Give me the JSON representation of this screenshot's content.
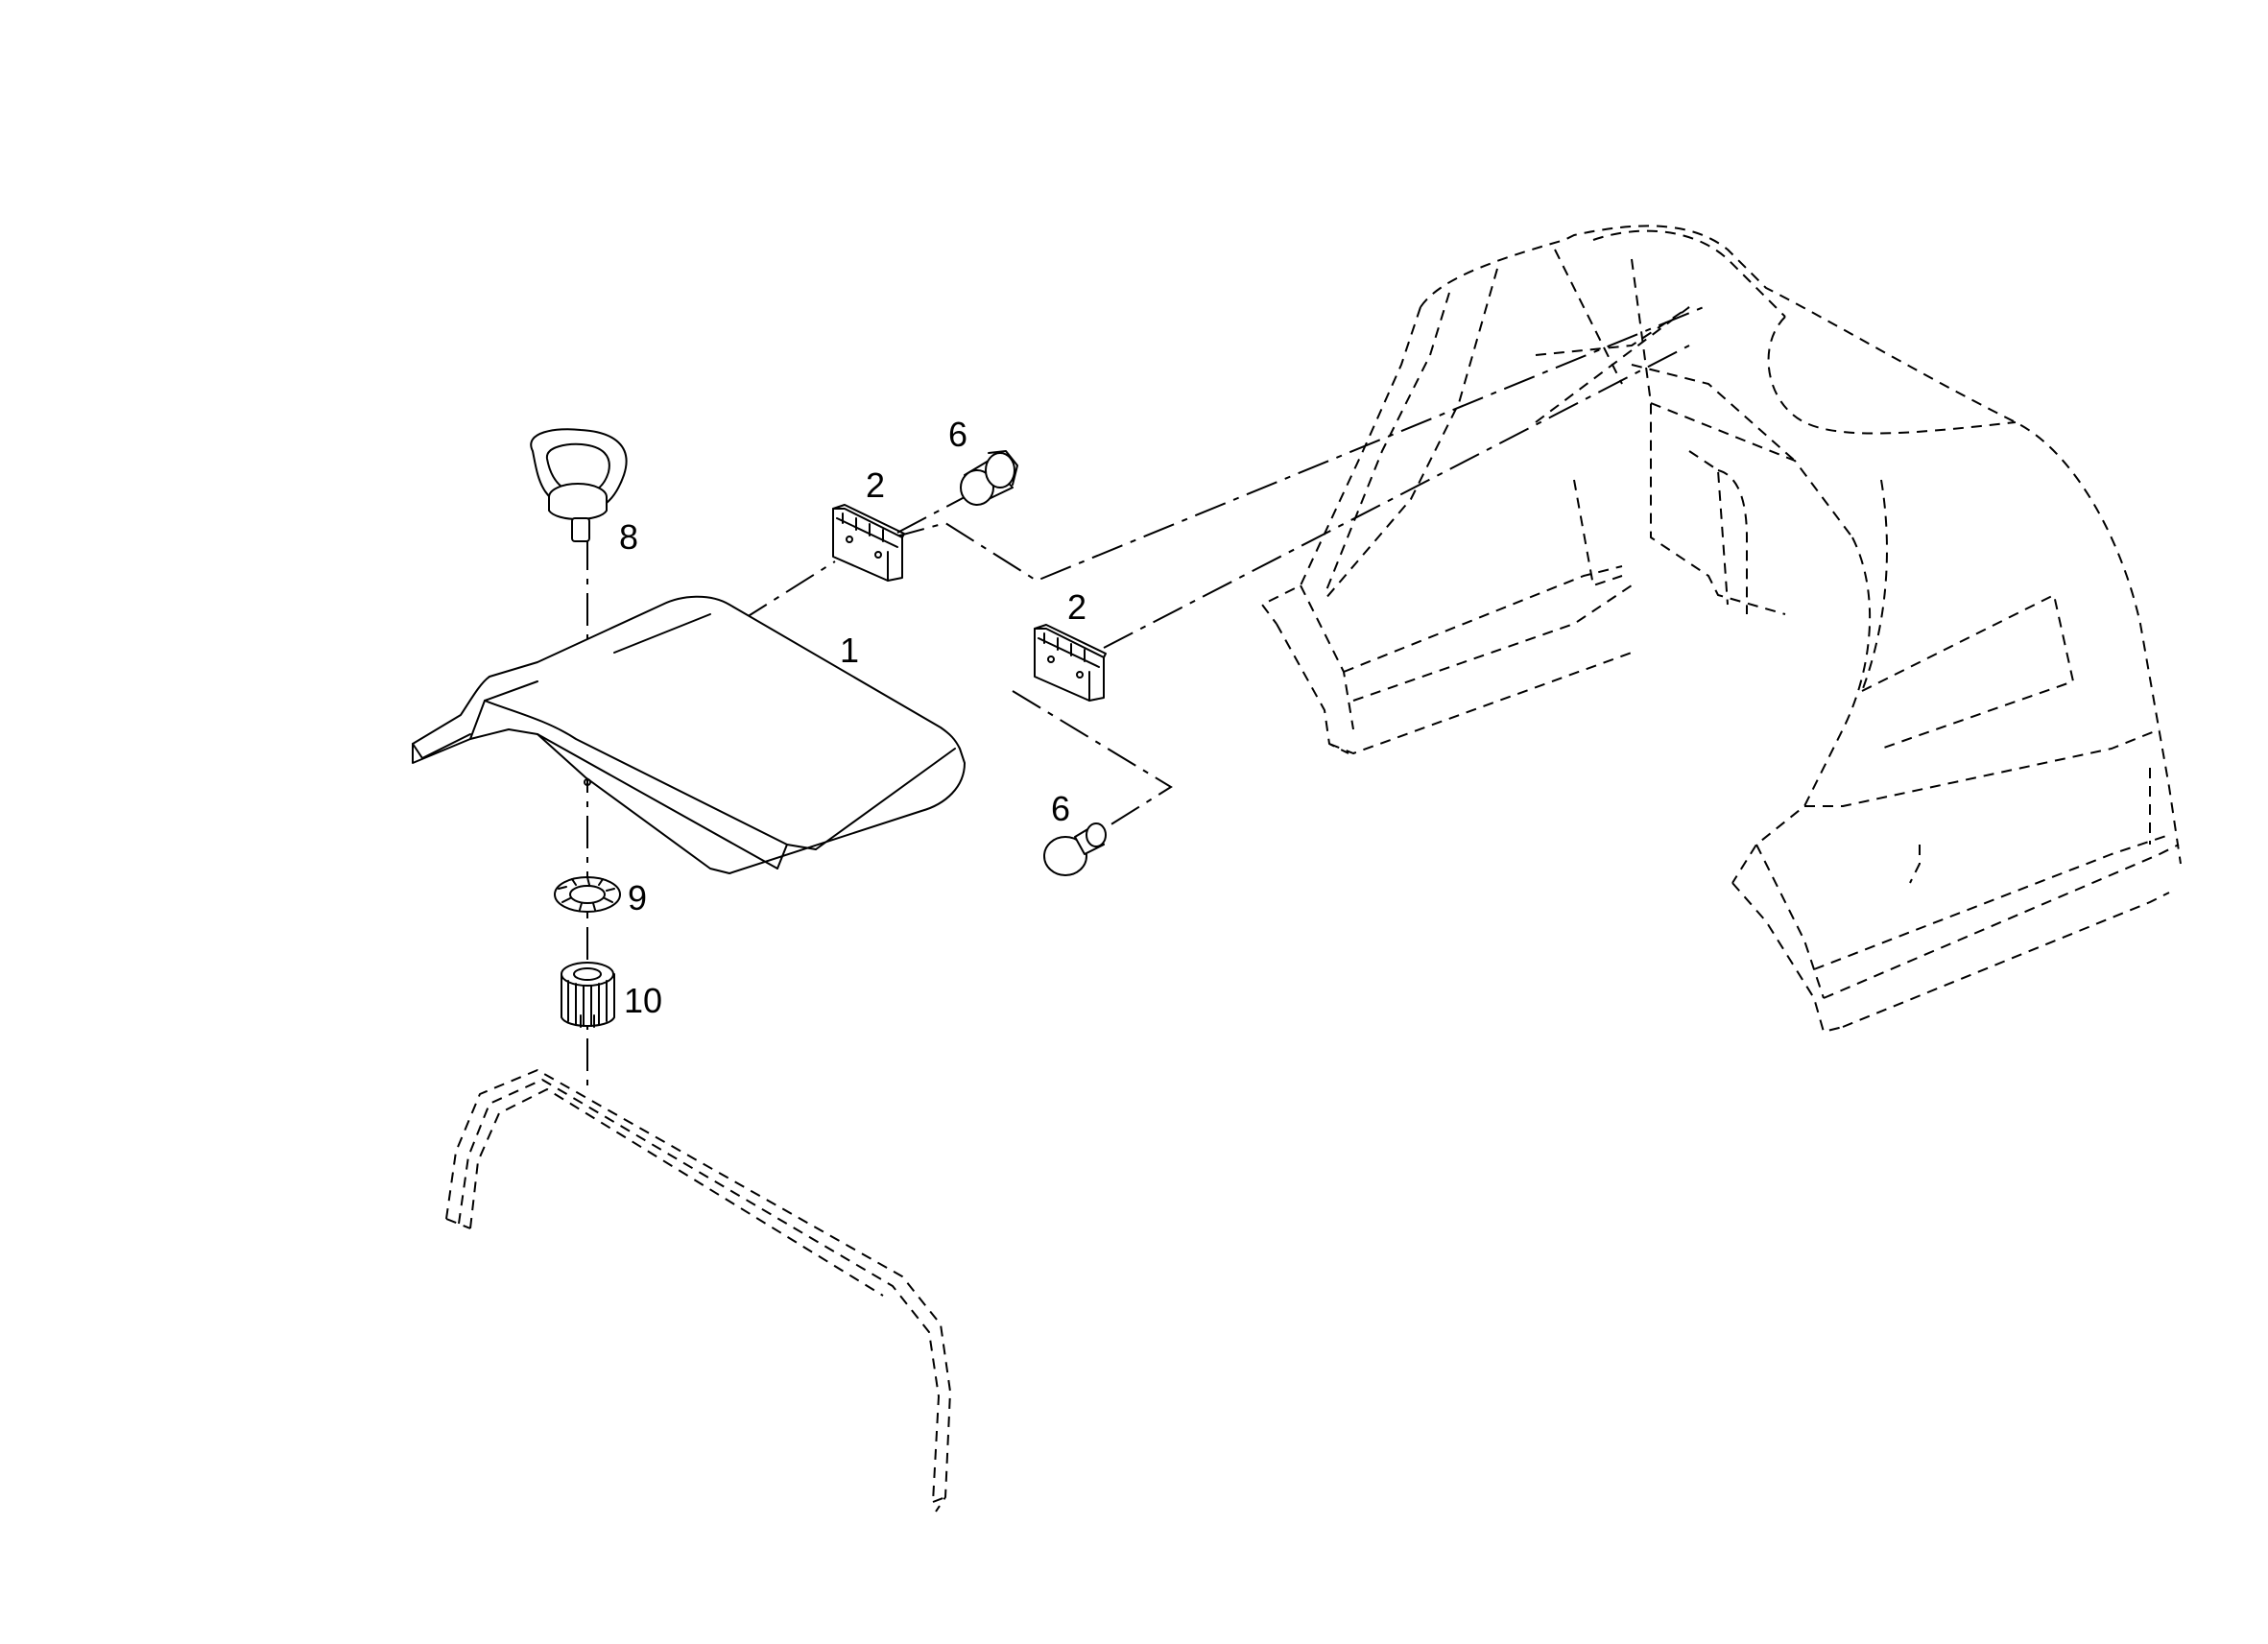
{
  "diagram": {
    "callouts": [
      {
        "id": "c1",
        "label": "1"
      },
      {
        "id": "c2a",
        "label": "2"
      },
      {
        "id": "c2b",
        "label": "2"
      },
      {
        "id": "c6a",
        "label": "6"
      },
      {
        "id": "c6b",
        "label": "6"
      },
      {
        "id": "c8",
        "label": "8"
      },
      {
        "id": "c9",
        "label": "9"
      },
      {
        "id": "c10",
        "label": "10"
      }
    ]
  }
}
